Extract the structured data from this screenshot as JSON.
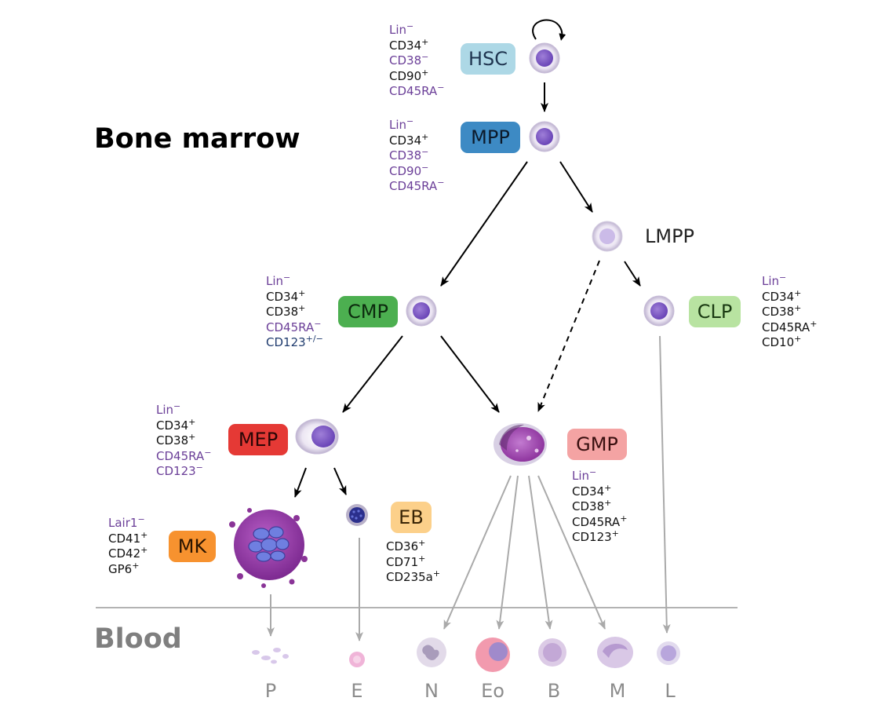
{
  "sections": {
    "bone_marrow": "Bone marrow",
    "blood": "Blood"
  },
  "nodes": {
    "hsc": {
      "label": "HSC",
      "color": "#add8e6",
      "text_color": "#1f3550",
      "markers": [
        [
          "Lin",
          "−",
          "neg"
        ],
        [
          "CD34",
          "+",
          "pos"
        ],
        [
          "CD38",
          "−",
          "neg"
        ],
        [
          "CD90",
          "+",
          "pos"
        ],
        [
          "CD45RA",
          "−",
          "neg"
        ]
      ]
    },
    "mpp": {
      "label": "MPP",
      "color": "#3d8ac4",
      "text_color": "#0c1a2b",
      "markers": [
        [
          "Lin",
          "−",
          "neg"
        ],
        [
          "CD34",
          "+",
          "pos"
        ],
        [
          "CD38",
          "−",
          "neg"
        ],
        [
          "CD90",
          "−",
          "neg"
        ],
        [
          "CD45RA",
          "−",
          "neg"
        ]
      ]
    },
    "lmpp": {
      "label": "LMPP"
    },
    "cmp": {
      "label": "CMP",
      "color": "#4caf50",
      "text_color": "#0c2a0e",
      "markers": [
        [
          "Lin",
          "−",
          "neg"
        ],
        [
          "CD34",
          "+",
          "pos"
        ],
        [
          "CD38",
          "+",
          "pos"
        ],
        [
          "CD45RA",
          "−",
          "neg"
        ],
        [
          "CD123",
          "+/−",
          "mid"
        ]
      ]
    },
    "clp": {
      "label": "CLP",
      "color": "#b8e3a1",
      "text_color": "#1a3a12",
      "markers": [
        [
          "Lin",
          "−",
          "neg"
        ],
        [
          "CD34",
          "+",
          "pos"
        ],
        [
          "CD38",
          "+",
          "pos"
        ],
        [
          "CD45RA",
          "+",
          "pos"
        ],
        [
          "CD10",
          "+",
          "pos"
        ]
      ]
    },
    "mep": {
      "label": "MEP",
      "color": "#e53935",
      "text_color": "#2a0606",
      "markers": [
        [
          "Lin",
          "−",
          "neg"
        ],
        [
          "CD34",
          "+",
          "pos"
        ],
        [
          "CD38",
          "+",
          "pos"
        ],
        [
          "CD45RA",
          "−",
          "neg"
        ],
        [
          "CD123",
          "−",
          "neg"
        ]
      ]
    },
    "gmp": {
      "label": "GMP",
      "color": "#f4a3a3",
      "text_color": "#3a1010",
      "markers": [
        [
          "Lin",
          "−",
          "neg"
        ],
        [
          "CD34",
          "+",
          "pos"
        ],
        [
          "CD38",
          "+",
          "pos"
        ],
        [
          "CD45RA",
          "+",
          "pos"
        ],
        [
          "CD123",
          "+",
          "pos"
        ]
      ]
    },
    "mk": {
      "label": "MK",
      "color": "#f7922f",
      "text_color": "#2a1400",
      "markers": [
        [
          "Lair1",
          "−",
          "neg"
        ],
        [
          "CD41",
          "+",
          "pos"
        ],
        [
          "CD42",
          "+",
          "pos"
        ],
        [
          "GP6",
          "+",
          "pos"
        ]
      ]
    },
    "eb": {
      "label": "EB",
      "color": "#fcd08a",
      "text_color": "#3a2506",
      "markers": [
        [
          "CD36",
          "+",
          "pos"
        ],
        [
          "CD71",
          "+",
          "pos"
        ],
        [
          "CD235a",
          "+",
          "pos"
        ]
      ]
    }
  },
  "blood_cells": [
    "P",
    "E",
    "N",
    "Eo",
    "B",
    "M",
    "L"
  ]
}
